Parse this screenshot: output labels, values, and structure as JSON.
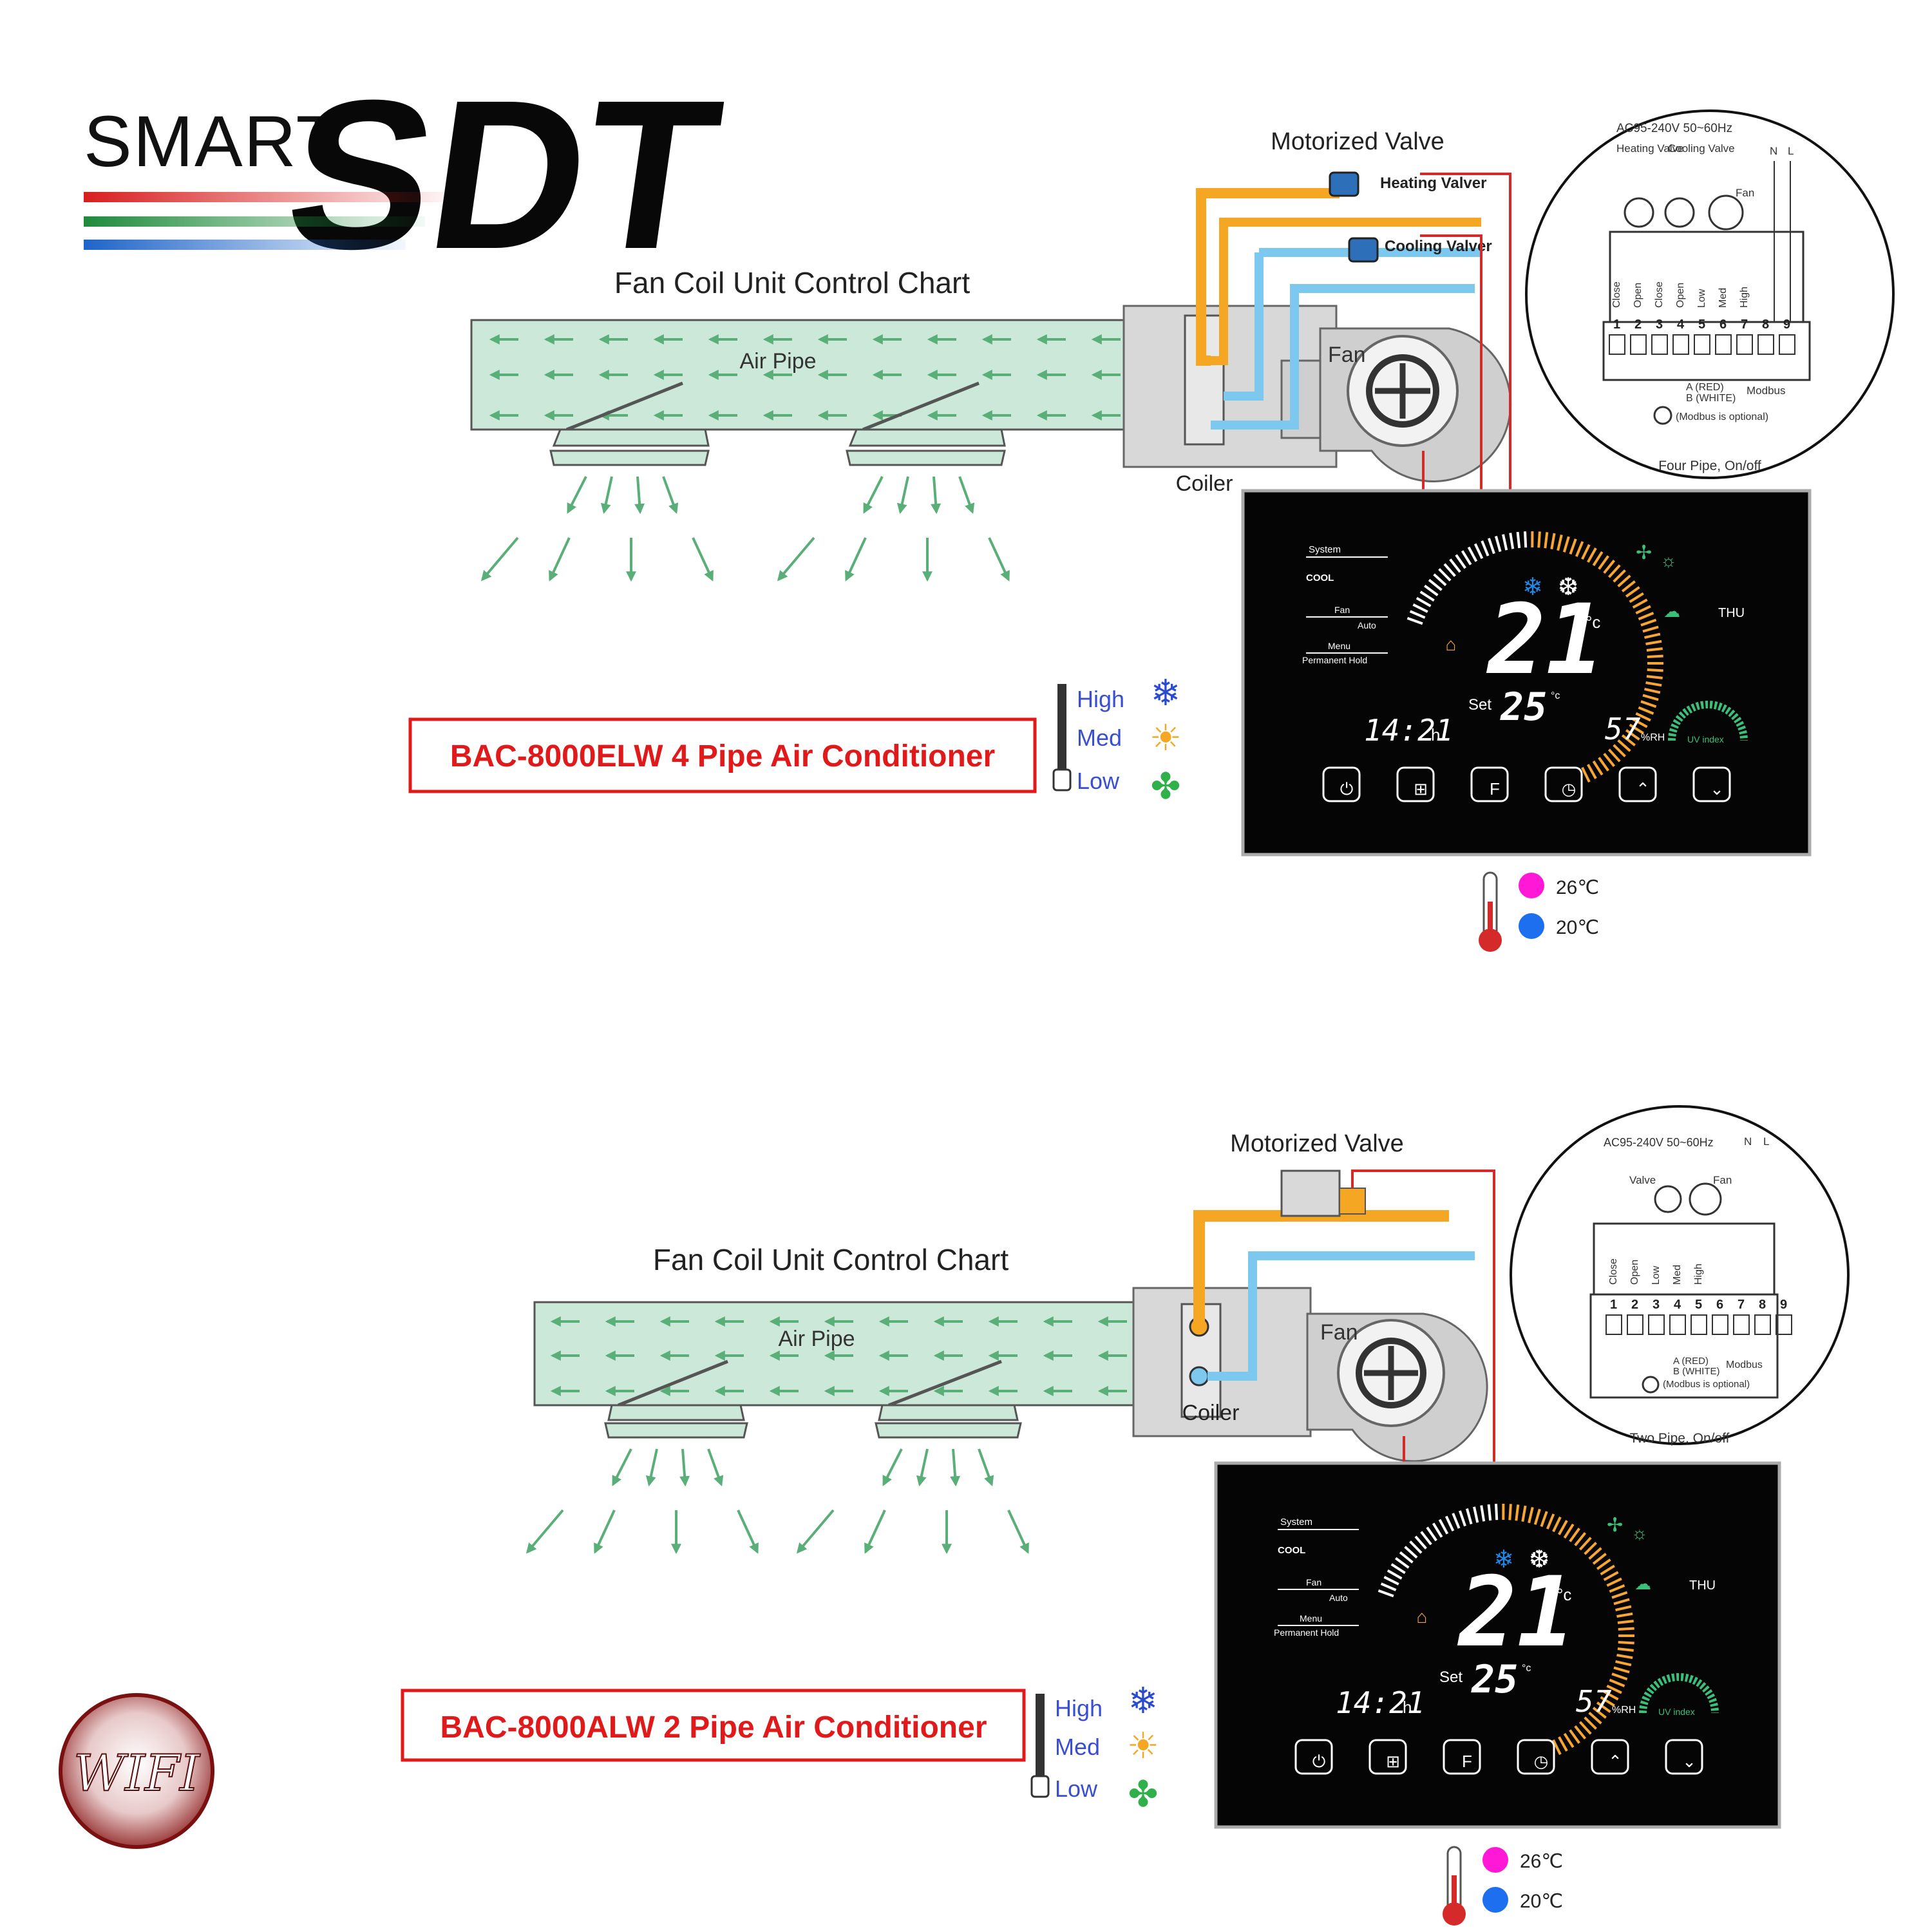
{
  "brand": {
    "word1": "SMART",
    "word2": "SDT",
    "stripe_colors": [
      "#d81e1e",
      "#1e8a3c",
      "#1e64c8"
    ]
  },
  "wifi_badge": {
    "label": "WIFI"
  },
  "colors": {
    "hot_pipe": "#f5a623",
    "cold_pipe": "#7cc8ee",
    "air_pipe": "#cbe8d8",
    "airflow": "#5aae78",
    "wire": "#d42a2a",
    "panel": "#050505",
    "accent_orange": "#f7a534",
    "title_red": "#e01a1a"
  },
  "sections": [
    {
      "chart_title": "Fan Coil Unit Control Chart",
      "valve_title": "Motorized Valve",
      "valves": [
        "Heating Valver",
        "Cooling Valver"
      ],
      "air_pipe_label": "Air Pipe",
      "fan_label": "Fan",
      "coiler_label": "Coiler",
      "product_title": "BAC-8000ELW 4 Pipe Air Conditioner",
      "fan_speeds": [
        {
          "label": "High",
          "icon": "snowflake-icon"
        },
        {
          "label": "Med",
          "icon": "sun-icon"
        },
        {
          "label": "Low",
          "icon": "fan-icon"
        }
      ],
      "legend": [
        {
          "value": "26℃",
          "color": "#ff19d6"
        },
        {
          "value": "20℃",
          "color": "#1e6ff0"
        }
      ],
      "wiring": {
        "power": "AC95-240V  50~60Hz",
        "valve_labels": [
          "Heating Valve",
          "Cooling Valve"
        ],
        "fan_label": "Fan",
        "n_label": "N",
        "l_label": "L",
        "terminal_labels": [
          "Close",
          "Open",
          "Close",
          "Open",
          "Low",
          "Med",
          "High"
        ],
        "terminals": [
          "1",
          "2",
          "3",
          "4",
          "5",
          "6",
          "7",
          "8",
          "9"
        ],
        "modbus_a": "A (RED)",
        "modbus_b": "B (WHITE)",
        "modbus": "Modbus",
        "modbus_note": "(Modbus is optional)",
        "caption": "Four Pipe, On/off"
      },
      "thermostat": {
        "system_label": "System",
        "system_value": "COOL",
        "fan_label": "Fan",
        "fan_value": "Auto",
        "menu_label": "Menu",
        "menu_value": "Permanent Hold",
        "temp": "21",
        "temp_unit": "°c",
        "set_label": "Set",
        "set_temp": "25",
        "set_unit": "°c",
        "time": "14:21",
        "time_suffix": "h",
        "humidity": "57",
        "humidity_unit": "%RH",
        "day": "THU",
        "uv_label": "UV index"
      }
    },
    {
      "chart_title": "Fan Coil Unit Control Chart",
      "valve_title": "Motorized Valve",
      "air_pipe_label": "Air Pipe",
      "fan_label": "Fan",
      "coiler_label": "Coiler",
      "product_title": "BAC-8000ALW 2 Pipe Air Conditioner",
      "fan_speeds": [
        {
          "label": "High",
          "icon": "snowflake-icon"
        },
        {
          "label": "Med",
          "icon": "sun-icon"
        },
        {
          "label": "Low",
          "icon": "fan-icon"
        }
      ],
      "legend": [
        {
          "value": "26℃",
          "color": "#ff19d6"
        },
        {
          "value": "20℃",
          "color": "#1e6ff0"
        }
      ],
      "wiring": {
        "power": "AC95-240V  50~60Hz",
        "valve_labels": [
          "Valve"
        ],
        "fan_label": "Fan",
        "n_label": "N",
        "l_label": "L",
        "terminal_labels": [
          "Close",
          "Open",
          "Low",
          "Med",
          "High"
        ],
        "terminals": [
          "1",
          "2",
          "3",
          "4",
          "5",
          "6",
          "7",
          "8",
          "9"
        ],
        "modbus_a": "A (RED)",
        "modbus_b": "B (WHITE)",
        "modbus": "Modbus",
        "modbus_note": "(Modbus is optional)",
        "caption": "Two Pipe, On/off"
      },
      "thermostat": {
        "system_label": "System",
        "system_value": "COOL",
        "fan_label": "Fan",
        "fan_value": "Auto",
        "menu_label": "Menu",
        "menu_value": "Permanent Hold",
        "temp": "21",
        "temp_unit": "°c",
        "set_label": "Set",
        "set_temp": "25",
        "set_unit": "°c",
        "time": "14:21",
        "time_suffix": "h",
        "humidity": "57",
        "humidity_unit": "%RH",
        "day": "THU",
        "uv_label": "UV index"
      }
    }
  ]
}
